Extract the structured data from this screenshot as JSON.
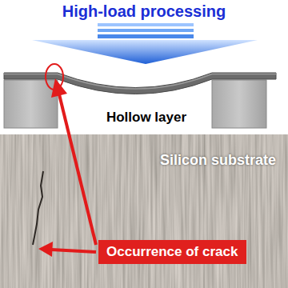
{
  "diagram": {
    "nodes": [
      {
        "text": [
          "Silicon substrate"
        ]
      },
      {
        "text": [
          "Occurrence of crack"
        ],
        "in": 0
      }
    ],
    "labels": [
      "High-load processing",
      "Hollow layer"
    ]
  }
}
